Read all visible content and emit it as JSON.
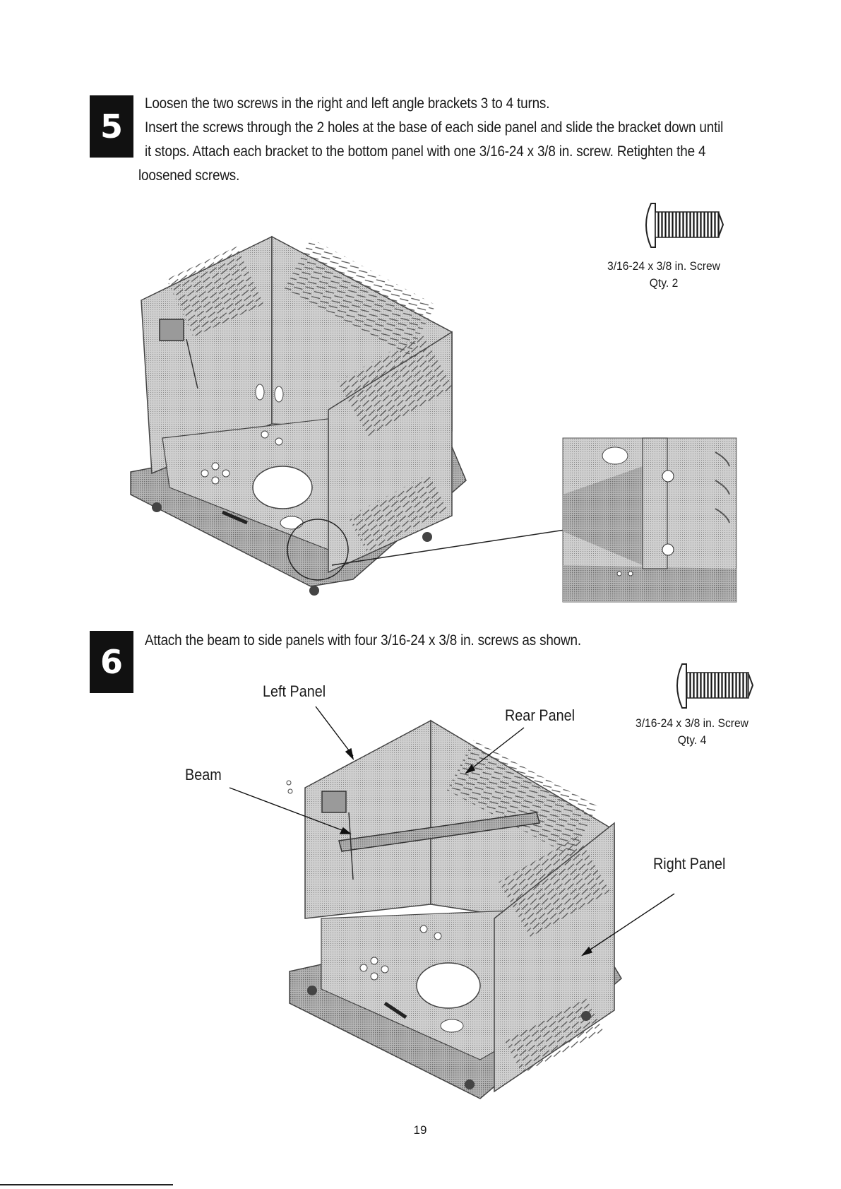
{
  "steps": [
    {
      "number": "5",
      "lines": [
        "Loosen the two screws in the right and left angle brackets 3 to 4 turns.",
        "Insert the screws through the 2 holes at the base of each side panel and slide the bracket down until",
        "it stops. Attach each bracket to the bottom panel with one 3/16-24 x 3/8 in. screw. Retighten the 4",
        "loosened screws."
      ],
      "hardware": {
        "name": "3/16-24 x 3/8 in. Screw",
        "qty": "Qty. 2"
      }
    },
    {
      "number": "6",
      "text": "Attach the beam to side panels with four 3/16-24 x 3/8 in. screws as shown.",
      "hardware": {
        "name": "3/16-24 x 3/8 in. Screw",
        "qty": "Qty. 4"
      },
      "callouts": {
        "left_panel": "Left Panel",
        "rear_panel": "Rear Panel",
        "beam": "Beam",
        "right_panel": "Right Panel"
      }
    }
  ],
  "page_number": "19"
}
